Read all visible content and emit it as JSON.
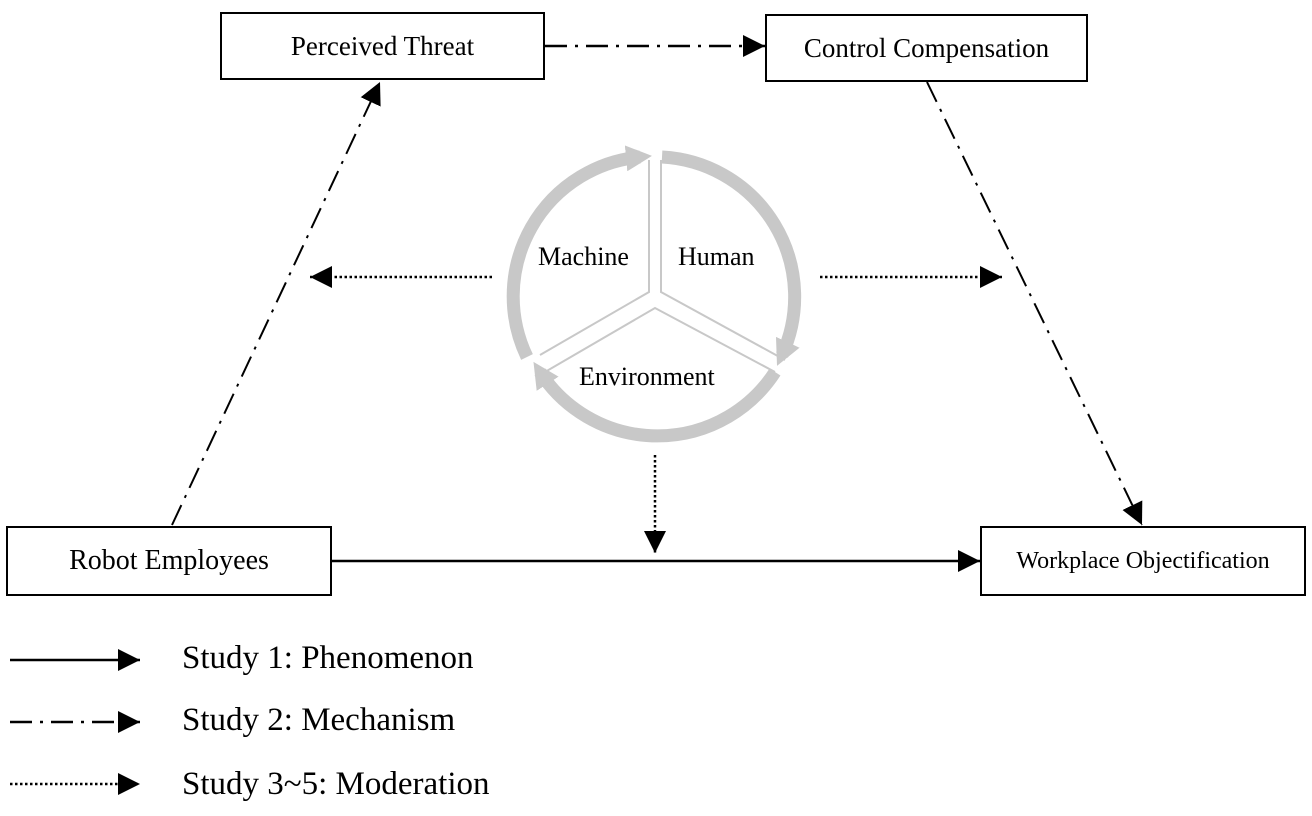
{
  "nodes": {
    "perceived_threat": "Perceived Threat",
    "control_compensation": "Control Compensation",
    "robot_employees": "Robot Employees",
    "workplace_objectification": "Workplace Objectification"
  },
  "cycle": {
    "segments": [
      "Machine",
      "Human",
      "Environment"
    ],
    "color": "#c8c8c8"
  },
  "legend": [
    {
      "style": "solid",
      "label": "Study 1: Phenomenon"
    },
    {
      "style": "dash-dot",
      "label": "Study 2: Mechanism"
    },
    {
      "style": "dotted",
      "label": "Study 3~5: Moderation"
    }
  ]
}
